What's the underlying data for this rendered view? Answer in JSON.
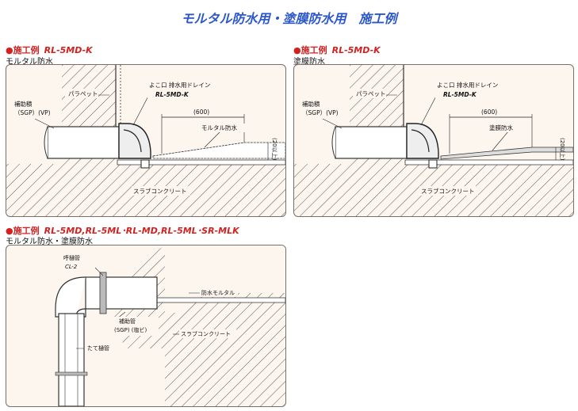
{
  "page_title": "モルタル防水用・塗膜防水用　施工例",
  "sections": [
    {
      "heading_label": "施工例",
      "model": "RL-5MD-K",
      "subtitle": "モルタル防水",
      "labels": {
        "parapet": "パラペット",
        "drain_name": "よこ口 排水用ドレイン",
        "drain_model": "RL-5MD-K",
        "aux_pipe_1": "補助積",
        "aux_pipe_2": "（SGP）(VP)",
        "dimension": "(600)",
        "waterproof": "モルタル防水",
        "thickness": "(20以上)",
        "slab": "スラブコンクリート"
      }
    },
    {
      "heading_label": "施工例",
      "model": "RL-5MD-K",
      "subtitle": "塗膜防水",
      "labels": {
        "parapet": "パラペット",
        "drain_name": "よこ口 排水用ドレイン",
        "drain_model": "RL-5MD-K",
        "aux_pipe_1": "補助積",
        "aux_pipe_2": "（SGP）(VP)",
        "dimension": "(600)",
        "waterproof": "塗膜防水",
        "thickness": "(20以上)",
        "slab": "スラブコンクリート"
      }
    },
    {
      "heading_label": "施工例",
      "model": "RL-5MD,RL-5ML･RL-MD,RL-5ML･SR-MLK",
      "subtitle": "モルタル防水・塗膜防水",
      "labels": {
        "vent_pipe": "呼樋管",
        "vent_code": "CL-2",
        "waterproof_mortar": "防水モルタル",
        "aux_pipe_1": "補助管",
        "aux_pipe_2": "(SGP) (塩ビ)",
        "slab": "スラブコンクリート",
        "vertical_pipe": "たて樋管"
      }
    }
  ]
}
